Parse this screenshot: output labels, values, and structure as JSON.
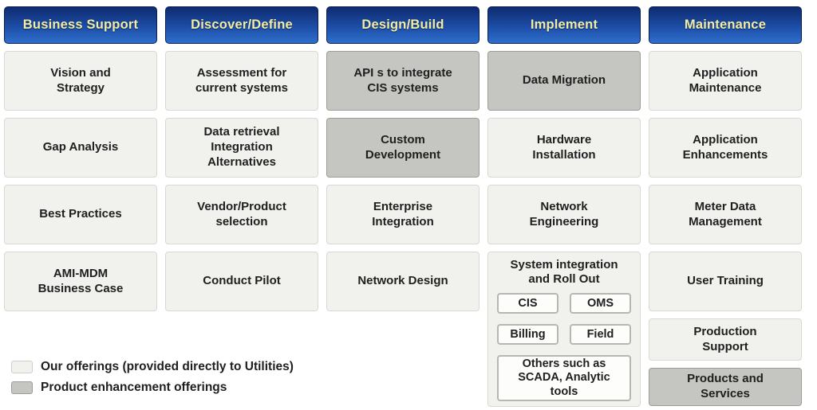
{
  "colors": {
    "header_gradient_top": "#0f2b70",
    "header_gradient_bottom": "#2f6fce",
    "header_text": "#f2eda2",
    "our_offering_fill": "#f1f1ee",
    "product_enhancement_fill": "#c5c5c1",
    "box_text": "#1f1f1f"
  },
  "columns": [
    {
      "header": "Business Support",
      "items": [
        {
          "label": "Vision and\nStrategy",
          "style": "our-offering"
        },
        {
          "label": "Gap Analysis",
          "style": "our-offering"
        },
        {
          "label": "Best Practices",
          "style": "our-offering"
        },
        {
          "label": "AMI-MDM\nBusiness Case",
          "style": "our-offering"
        }
      ]
    },
    {
      "header": "Discover/Define",
      "items": [
        {
          "label": "Assessment for\ncurrent systems",
          "style": "our-offering"
        },
        {
          "label": "Data retrieval\nIntegration\nAlternatives",
          "style": "our-offering"
        },
        {
          "label": "Vendor/Product\nselection",
          "style": "our-offering"
        },
        {
          "label": "Conduct Pilot",
          "style": "our-offering"
        }
      ]
    },
    {
      "header": "Design/Build",
      "items": [
        {
          "label": "API s to integrate\nCIS systems",
          "style": "product-enhancement"
        },
        {
          "label": "Custom\nDevelopment",
          "style": "product-enhancement"
        },
        {
          "label": "Enterprise\nIntegration",
          "style": "our-offering"
        },
        {
          "label": "Network Design",
          "style": "our-offering"
        }
      ]
    },
    {
      "header": "Implement",
      "items": [
        {
          "label": "Data Migration",
          "style": "product-enhancement"
        },
        {
          "label": "Hardware\nInstallation",
          "style": "our-offering"
        },
        {
          "label": "Network\nEngineering",
          "style": "our-offering"
        }
      ],
      "group": {
        "title": "System integration\nand Roll Out",
        "cells": [
          "CIS",
          "OMS",
          "Billing",
          "Field"
        ],
        "wide_cell": "Others such as\nSCADA, Analytic\ntools"
      }
    },
    {
      "header": "Maintenance",
      "items": [
        {
          "label": "Application\nMaintenance",
          "style": "our-offering"
        },
        {
          "label": "Application\nEnhancements",
          "style": "our-offering"
        },
        {
          "label": "Meter Data\nManagement",
          "style": "our-offering"
        },
        {
          "label": "User Training",
          "style": "our-offering"
        },
        {
          "label": "Production\nSupport",
          "style": "our-offering"
        },
        {
          "label": "Products and\nServices",
          "style": "product-enhancement"
        }
      ]
    }
  ],
  "legend": {
    "items": [
      {
        "swatch": "our-offering",
        "label": "Our offerings (provided directly to Utilities)"
      },
      {
        "swatch": "product-enhancement",
        "label": "Product enhancement offerings"
      }
    ]
  }
}
